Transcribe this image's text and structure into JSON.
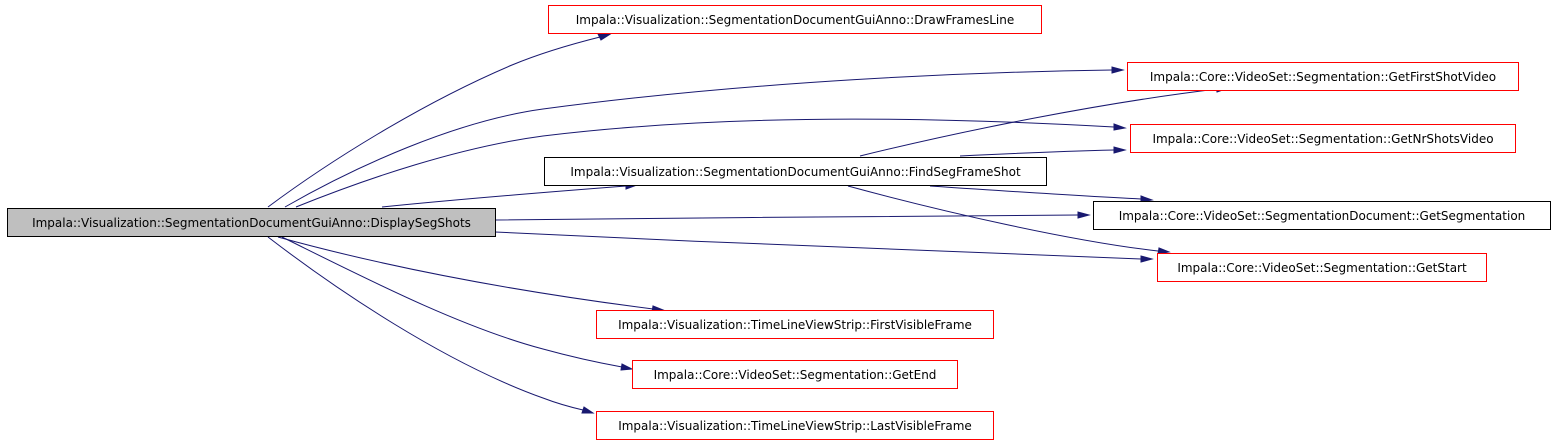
{
  "colors": {
    "edge": "#191970",
    "root_fill": "#bfbfbf",
    "node_fill": "#ffffff",
    "documented_border": "#000000",
    "undocumented_border": "#ff0000"
  },
  "nodes": [
    {
      "id": "display_seg_shots",
      "label": "Impala::Visualization::SegmentationDocumentGuiAnno::DisplaySegShots",
      "role": "root",
      "border": "black"
    },
    {
      "id": "draw_frames_line",
      "label": "Impala::Visualization::SegmentationDocumentGuiAnno::DrawFramesLine",
      "role": "callee",
      "border": "red"
    },
    {
      "id": "find_seg_frame_shot",
      "label": "Impala::Visualization::SegmentationDocumentGuiAnno::FindSegFrameShot",
      "role": "callee",
      "border": "black"
    },
    {
      "id": "get_first_shot_video",
      "label": "Impala::Core::VideoSet::Segmentation::GetFirstShotVideo",
      "role": "callee",
      "border": "red"
    },
    {
      "id": "get_nr_shots_video",
      "label": "Impala::Core::VideoSet::Segmentation::GetNrShotsVideo",
      "role": "callee",
      "border": "red"
    },
    {
      "id": "get_segmentation",
      "label": "Impala::Core::VideoSet::SegmentationDocument::GetSegmentation",
      "role": "callee",
      "border": "black"
    },
    {
      "id": "get_start",
      "label": "Impala::Core::VideoSet::Segmentation::GetStart",
      "role": "callee",
      "border": "red"
    },
    {
      "id": "first_visible_frame",
      "label": "Impala::Visualization::TimeLineViewStrip::FirstVisibleFrame",
      "role": "callee",
      "border": "red"
    },
    {
      "id": "get_end",
      "label": "Impala::Core::VideoSet::Segmentation::GetEnd",
      "role": "callee",
      "border": "red"
    },
    {
      "id": "last_visible_frame",
      "label": "Impala::Visualization::TimeLineViewStrip::LastVisibleFrame",
      "role": "callee",
      "border": "red"
    }
  ],
  "edges": [
    {
      "from": "display_seg_shots",
      "to": "draw_frames_line"
    },
    {
      "from": "display_seg_shots",
      "to": "get_first_shot_video"
    },
    {
      "from": "display_seg_shots",
      "to": "get_nr_shots_video"
    },
    {
      "from": "display_seg_shots",
      "to": "find_seg_frame_shot"
    },
    {
      "from": "display_seg_shots",
      "to": "get_segmentation"
    },
    {
      "from": "display_seg_shots",
      "to": "get_start"
    },
    {
      "from": "display_seg_shots",
      "to": "first_visible_frame"
    },
    {
      "from": "display_seg_shots",
      "to": "get_end"
    },
    {
      "from": "display_seg_shots",
      "to": "last_visible_frame"
    },
    {
      "from": "find_seg_frame_shot",
      "to": "get_first_shot_video"
    },
    {
      "from": "find_seg_frame_shot",
      "to": "get_nr_shots_video"
    },
    {
      "from": "find_seg_frame_shot",
      "to": "get_segmentation"
    },
    {
      "from": "find_seg_frame_shot",
      "to": "get_start"
    }
  ]
}
